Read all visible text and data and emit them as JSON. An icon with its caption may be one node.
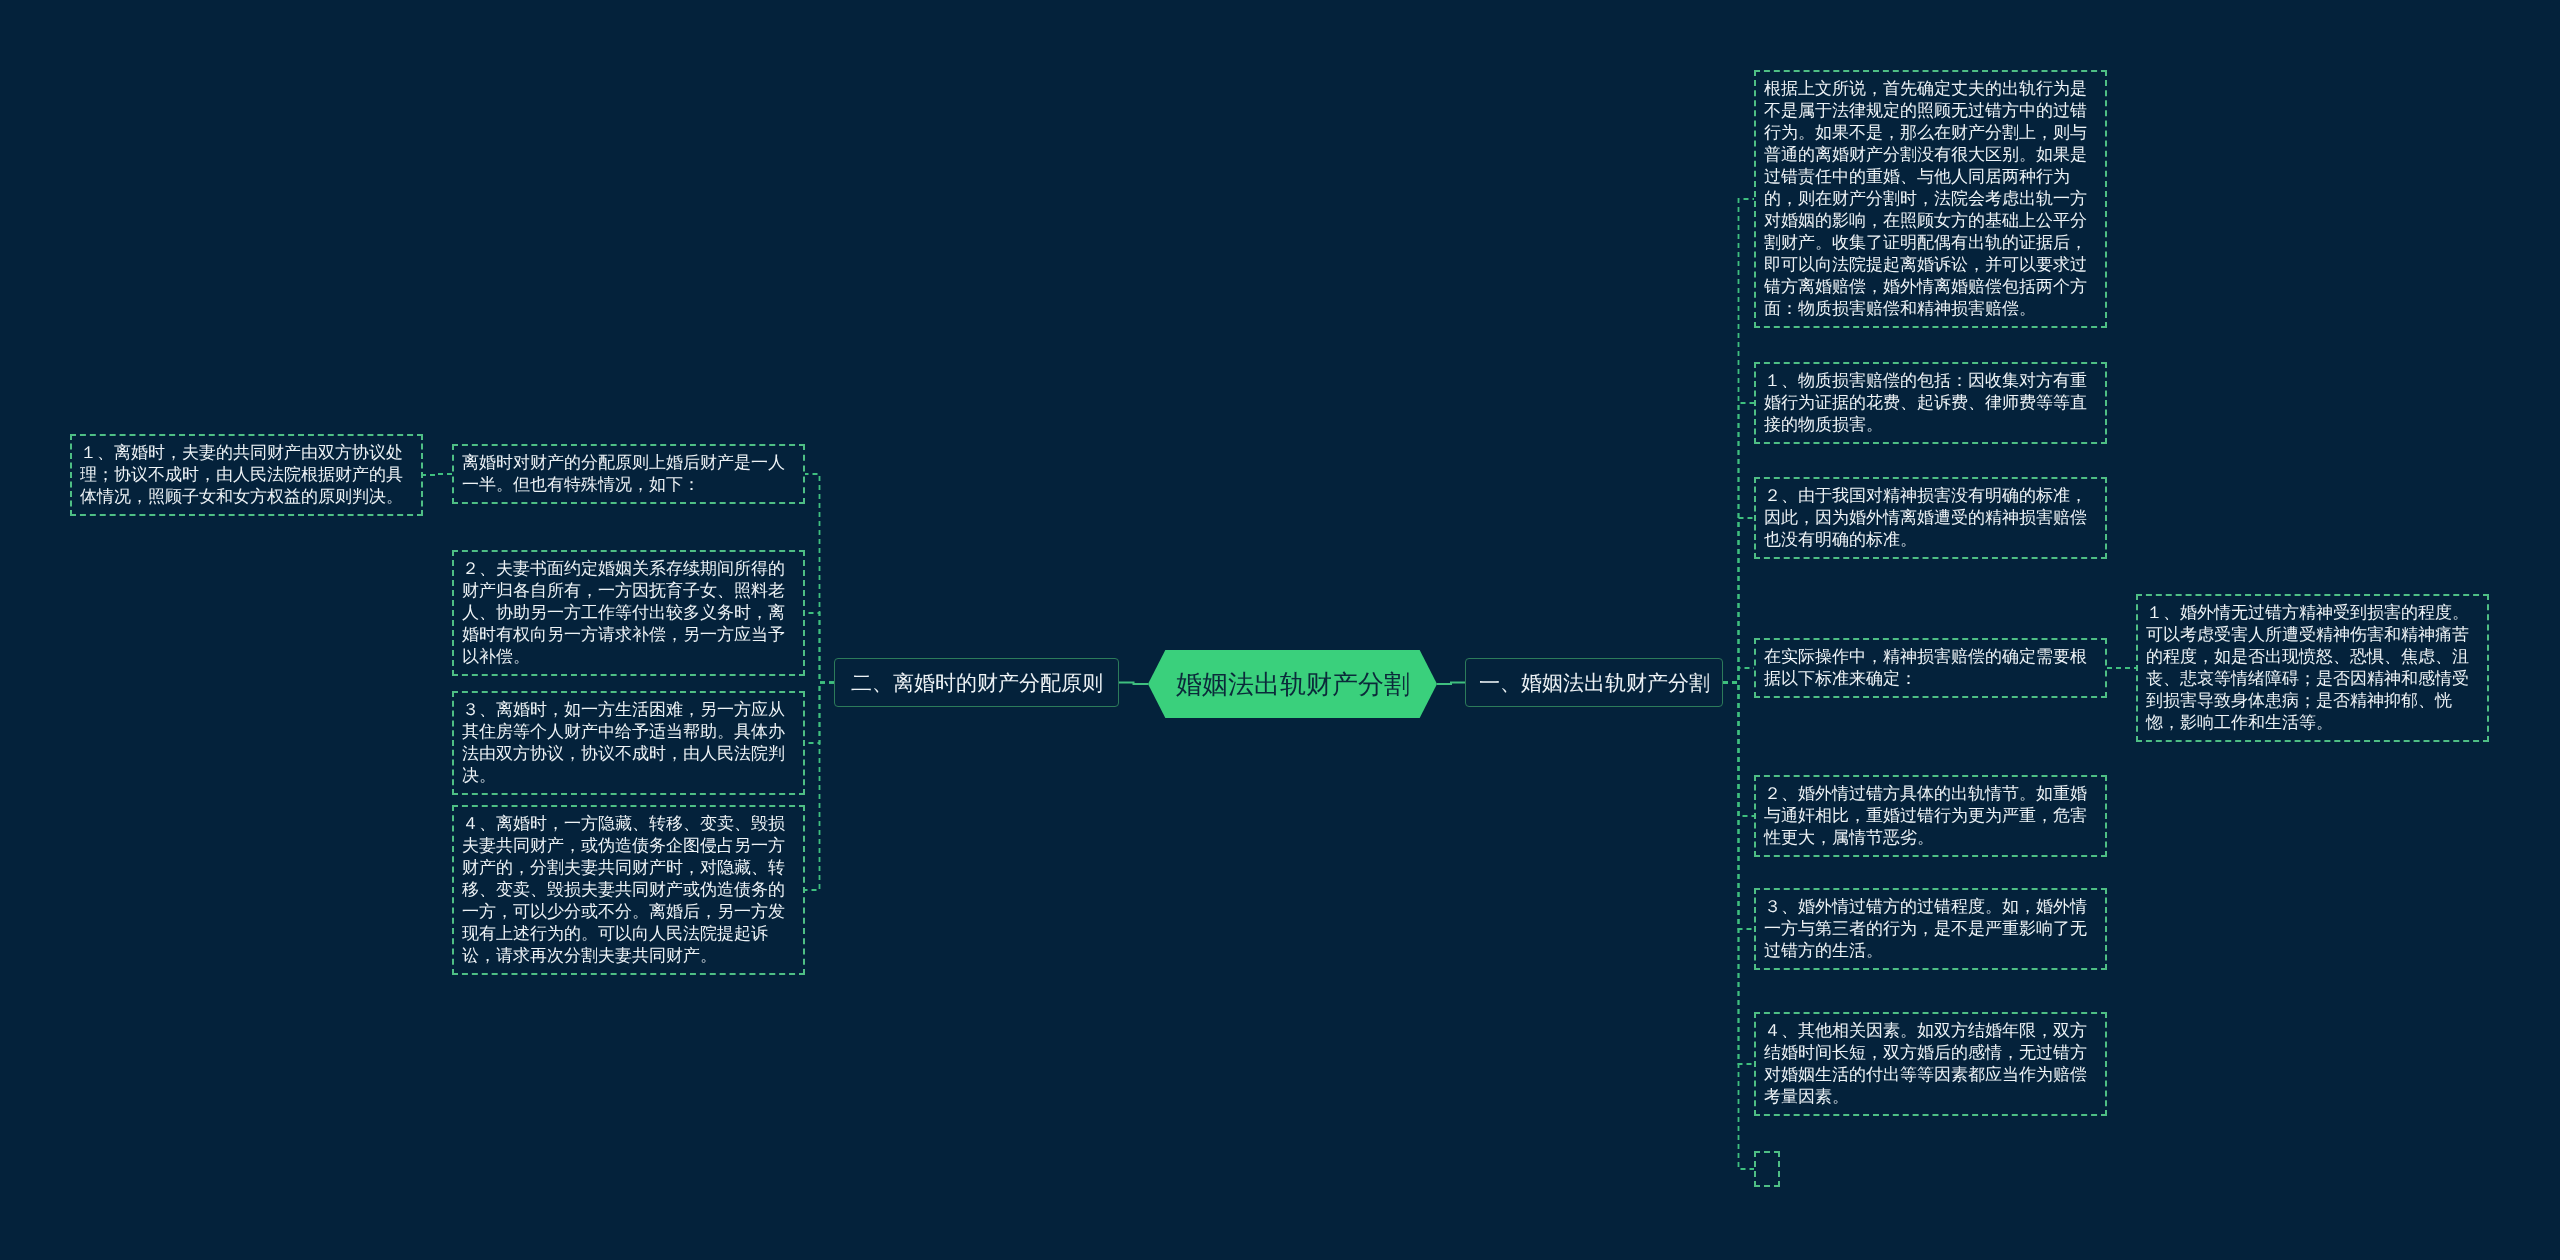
{
  "diagram": {
    "nodes": [
      {
        "text": [
          "婚姻法出轨财产分割"
        ]
      },
      {
        "text": [
          "一、婚姻法出轨财产分割"
        ]
      },
      {
        "text": [
          "二、离婚时的财产分配原则"
        ]
      },
      {
        "text": [
          "根据上文所说，首先确定丈夫的出轨行为是不是属于法律规定的照顾无过错方中的过错行为。如果不是，那么在财产分割上，则与普通的离婚财产分割没有很大区别。如果是过错责任中的重婚、与他人同居两种行为的，则在财产分割时，法院会考虑出轨一方对婚姻的影响，在照顾女方的基础上公平分割财产。收集了证明配偶有出轨的证据后，即可以向法院提起离婚诉讼，并可以要求过错方离婚赔偿，婚外情离婚赔偿包括两个方面：物质损害赔偿和精神损害赔偿。"
        ]
      },
      {
        "text": [
          "１、物质损害赔偿的包括：因收集对方有重婚行为证据的花费、起诉费、律师费等等直接的物质损害。"
        ]
      },
      {
        "text": [
          "２、由于我国对精神损害没有明确的标准，因此，因为婚外情离婚遭受的精神损害赔偿也没有明确的标准。"
        ]
      },
      {
        "text": [
          "在实际操作中，精神损害赔偿的确定需要根据以下标准来确定："
        ]
      },
      {
        "text": [
          "２、婚外情过错方具体的出轨情节。如重婚与通奸相比，重婚过错行为更为严重，危害性更大，属情节恶劣。"
        ]
      },
      {
        "text": [
          "３、婚外情过错方的过错程度。如，婚外情一方与第三者的行为，是不是严重影响了无过错方的生活。"
        ]
      },
      {
        "text": [
          "４、其他相关因素。如双方结婚年限，双方结婚时间长短，双方婚后的感情，无过错方对婚姻生活的付出等等因素都应当作为赔偿考量因素。"
        ]
      },
      {
        "text": [],
        "shape": "box"
      },
      {
        "text": [
          "１、婚外情无过错方精神受到损害的程度。可以考虑受害人所遭受精神伤害和精神痛苦的程度，如是否出现愤怒、恐惧、焦虑、沮丧、悲哀等情绪障碍；是否因精神和感情受到损害导致身体患病；是否精神抑郁、恍惚，影响工作和生活等。"
        ]
      },
      {
        "text": [
          "离婚时对财产的分配原则上婚后财产是一人一半。但也有特殊情况，如下："
        ]
      },
      {
        "text": [
          "２、夫妻书面约定婚姻关系存续期间所得的财产归各自所有，一方因抚育子女、照料老人、协助另一方工作等付出较多义务时，离婚时有权向另一方请求补偿，另一方应当予以补偿。"
        ]
      },
      {
        "text": [
          "３、离婚时，如一方生活困难，另一方应从其住房等个人财产中给予适当帮助。具体办法由双方协议，协议不成时，由人民法院判决。"
        ]
      },
      {
        "text": [
          "４、离婚时，一方隐藏、转移、变卖、毁损夫妻共同财产，或伪造债务企图侵占另一方财产的，分割夫妻共同财产时，对隐藏、转移、变卖、毁损夫妻共同财产或伪造债务的一方，可以少分或不分。离婚后，另一方发现有上述行为的。可以向人民法院提起诉讼，请求再次分割夫妻共同财产。"
        ]
      },
      {
        "text": [
          "１、离婚时，夫妻的共同财产由双方协议处理；协议不成时，由人民法院根据财产的具体情况，照顾子女和女方权益的原则判决。"
        ]
      }
    ],
    "edges": [
      {
        "from": 0,
        "to": 1,
        "arrow": "none"
      },
      {
        "from": 0,
        "to": 2,
        "arrow": "none"
      },
      {
        "from": 1,
        "to": 3,
        "arrow": "none",
        "style": "dashed"
      },
      {
        "from": 1,
        "to": 4,
        "arrow": "none",
        "style": "dashed"
      },
      {
        "from": 1,
        "to": 5,
        "arrow": "none",
        "style": "dashed"
      },
      {
        "from": 1,
        "to": 6,
        "arrow": "none",
        "style": "dashed"
      },
      {
        "from": 1,
        "to": 7,
        "arrow": "none",
        "style": "dashed"
      },
      {
        "from": 1,
        "to": 8,
        "arrow": "none",
        "style": "dashed"
      },
      {
        "from": 1,
        "to": 9,
        "arrow": "none",
        "style": "dashed"
      },
      {
        "from": 1,
        "to": 10,
        "arrow": "none",
        "style": "dashed"
      },
      {
        "from": 6,
        "to": 11,
        "arrow": "none",
        "style": "dashed"
      },
      {
        "from": 2,
        "to": 12,
        "arrow": "none",
        "style": "dashed"
      },
      {
        "from": 2,
        "to": 13,
        "arrow": "none",
        "style": "dashed"
      },
      {
        "from": 2,
        "to": 14,
        "arrow": "none",
        "style": "dashed"
      },
      {
        "from": 2,
        "to": 15,
        "arrow": "none",
        "style": "dashed"
      },
      {
        "from": 12,
        "to": 16,
        "arrow": "none",
        "style": "dashed"
      }
    ]
  }
}
